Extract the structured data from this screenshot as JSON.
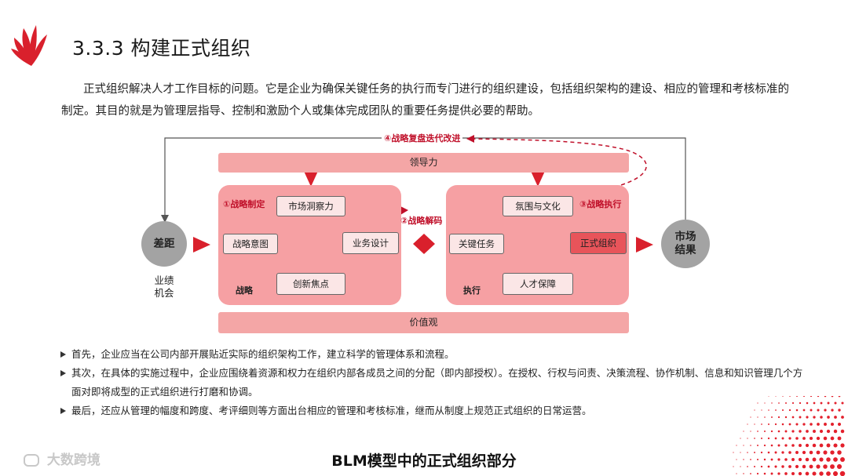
{
  "header": {
    "logo_icon": "red-fan-logo-icon",
    "title": "3.3.3 构建正式组织"
  },
  "intro": "正式组织解决人才工作目标的问题。它是企业为确保关键任务的执行而专门进行的组织建设，包括组织架构的建设、相应的管理和考核标准的制定。其目的就是为管理层指导、控制和激励个人或集体完成团队的重要任务提供必要的帮助。",
  "diagram": {
    "loop_label": "④战略复盘迭代改进",
    "top_bar": "领导力",
    "bottom_bar": "价值观",
    "gap": "差距",
    "gap_sub1": "业绩",
    "gap_sub2": "机会",
    "result_line1": "市场",
    "result_line2": "结果",
    "strategy": {
      "step_label": "①战略制定",
      "tag": "战略",
      "nodes": {
        "top": "市场洞察力",
        "left": "战略意图",
        "right": "业务设计",
        "bottom": "创新焦点"
      }
    },
    "decode_label": "②战略解码",
    "execution": {
      "step_label": "③战略执行",
      "tag": "执行",
      "nodes": {
        "top": "氛围与文化",
        "left": "关键任务",
        "right": "正式组织",
        "bottom": "人才保障"
      }
    },
    "colors": {
      "accent": "#d9202c",
      "panel": "#f6a0a3",
      "bar": "#f4a6a6",
      "highlight": "#e8545a",
      "circle": "#a3a3a3"
    }
  },
  "bullets": [
    "首先，企业应当在公司内部开展贴近实际的组织架构工作，建立科学的管理体系和流程。",
    "其次，在具体的实施过程中，企业应围绕着资源和权力在组织内部各成员之间的分配（即内部授权）。在授权、行权与问责、决策流程、协作机制、信息和知识管理几个方面对即将成型的正式组织进行打磨和协调。",
    "最后，还应从管理的幅度和跨度、考评细则等方面出台相应的管理和考核标准，继而从制度上规范正式组织的日常运营。"
  ],
  "caption": "BLM模型中的正式组织部分",
  "watermark": "大数跨境"
}
